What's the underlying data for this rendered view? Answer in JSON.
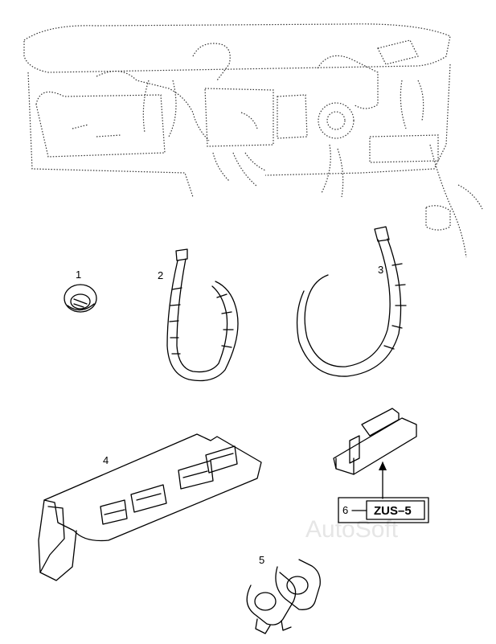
{
  "callouts": {
    "c1": "1",
    "c2": "2",
    "c3": "3",
    "c4": "4",
    "c5": "5",
    "c6": "6"
  },
  "part_code": "ZUS–5",
  "watermark": "AutoSoft"
}
